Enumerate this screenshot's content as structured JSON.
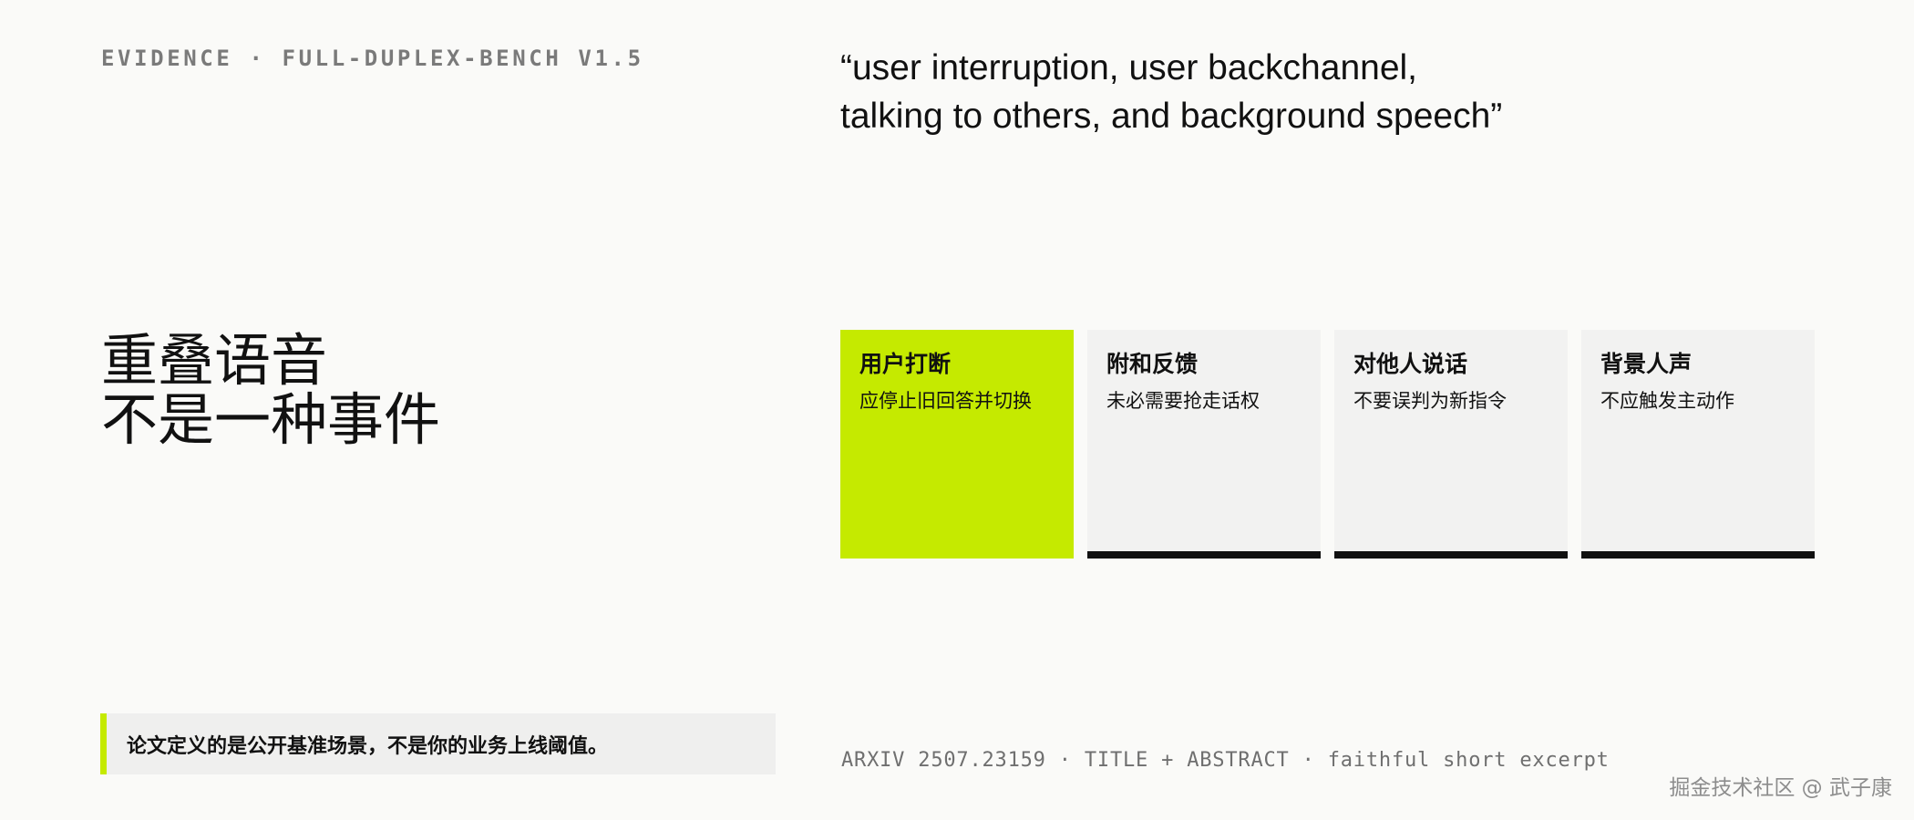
{
  "header": {
    "eyebrow": "EVIDENCE · FULL-DUPLEX-BENCH V1.5"
  },
  "quote": {
    "line1": "“user interruption, user backchannel,",
    "line2": "talking to others, and background speech”"
  },
  "headline": {
    "line1": "重叠语音",
    "line2": "不是一种事件"
  },
  "cards": [
    {
      "title": "用户打断",
      "desc": "应停止旧回答并切换",
      "highlighted": true
    },
    {
      "title": "附和反馈",
      "desc": "未必需要抢走话权",
      "highlighted": false
    },
    {
      "title": "对他人说话",
      "desc": "不要误判为新指令",
      "highlighted": false
    },
    {
      "title": "背景人声",
      "desc": "不应触发主动作",
      "highlighted": false
    }
  ],
  "callout": {
    "text": "论文定义的是公开基准场景，不是你的业务上线阈值。"
  },
  "source": {
    "text": "ARXIV 2507.23159 · TITLE + ABSTRACT · faithful short excerpt"
  },
  "watermark": {
    "text": "掘金技术社区 @ 武子康"
  },
  "colors": {
    "accent": "#c5ea00",
    "background": "#fafaf8",
    "card": "#f2f2f1",
    "ink": "#111111"
  }
}
